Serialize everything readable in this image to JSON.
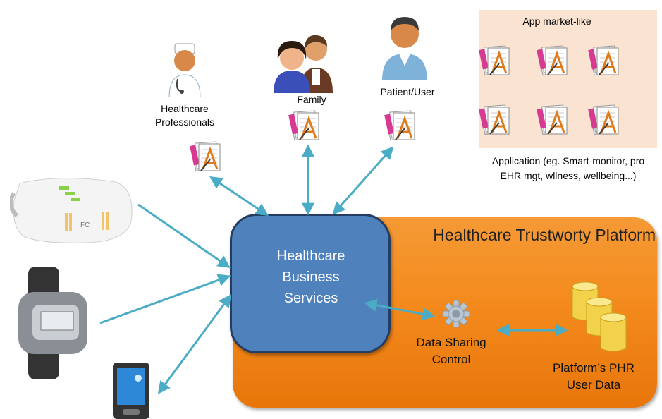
{
  "app_market": {
    "title": "App market-like",
    "caption_line1": "Application (eg. Smart-monitor, pro",
    "caption_line2": "EHR mgt, wllness, wellbeing...)"
  },
  "actors": {
    "healthcare_professionals_line1": "Healthcare",
    "healthcare_professionals_line2": "Professionals",
    "family": "Family",
    "patient_user": "Patient/User"
  },
  "platform": {
    "title": "Healthcare Trustworty Platform",
    "business_line1": "Healthcare",
    "business_line2": "Business",
    "business_line3": "Services",
    "data_sharing_line1": "Data Sharing",
    "data_sharing_line2": "Control",
    "phr_line1": "Platform’s PHR",
    "phr_line2": "User Data"
  },
  "device_labels": {
    "sensor": "FC"
  },
  "colors": {
    "arrow": "#4bacc6",
    "business_box": "#4f81bd",
    "platform": "#f48a1d",
    "app_market_bg": "#fbe3d2",
    "database": "#f2d24a"
  },
  "icons": [
    "doctor-icon",
    "family-icon",
    "user-icon",
    "app-document-icon",
    "sensor-device-icon",
    "wrist-device-icon",
    "phone-icon",
    "gear-icon",
    "database-icon"
  ]
}
